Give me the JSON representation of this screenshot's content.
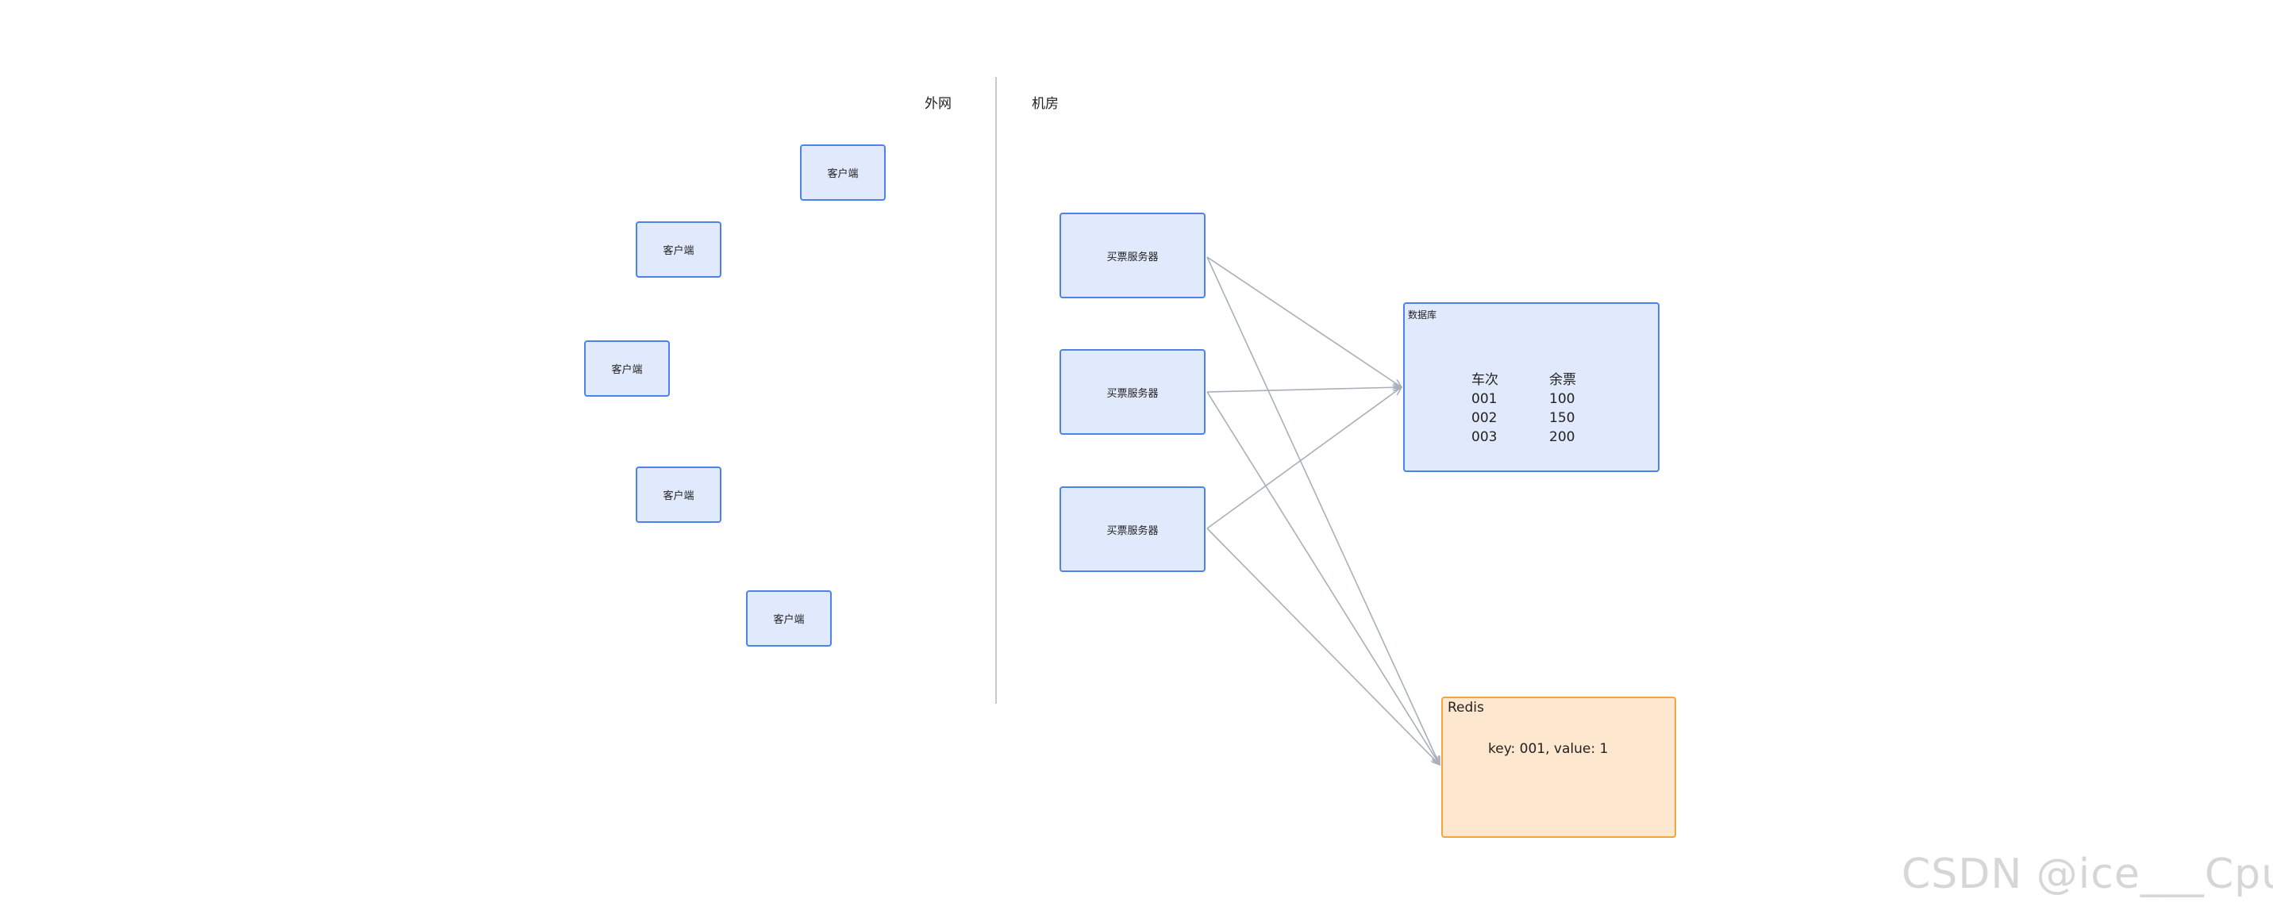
{
  "zones": {
    "external": "外网",
    "datacenter": "机房"
  },
  "clients": [
    {
      "label": "客户端"
    },
    {
      "label": "客户端"
    },
    {
      "label": "客户端"
    },
    {
      "label": "客户端"
    },
    {
      "label": "客户端"
    }
  ],
  "servers": [
    {
      "label": "买票服务器"
    },
    {
      "label": "买票服务器"
    },
    {
      "label": "买票服务器"
    }
  ],
  "database": {
    "title": "数据库",
    "columns": [
      "车次",
      "余票"
    ],
    "rows": [
      [
        "001",
        "100"
      ],
      [
        "002",
        "150"
      ],
      [
        "003",
        "200"
      ]
    ]
  },
  "redis": {
    "title": "Redis",
    "content": "key: 001, value: 1"
  },
  "edges": [
    {
      "from": "server-1",
      "to": "database"
    },
    {
      "from": "server-2",
      "to": "database"
    },
    {
      "from": "server-3",
      "to": "database"
    },
    {
      "from": "server-1",
      "to": "redis"
    },
    {
      "from": "server-2",
      "to": "redis"
    },
    {
      "from": "server-3",
      "to": "redis"
    }
  ],
  "colors": {
    "node_fill": "#e1eafc",
    "node_border": "#4d82e6",
    "redis_fill": "#fde7cf",
    "redis_border": "#f0a53e",
    "edge": "#a9afb8"
  },
  "watermark": "CSDN @ice___Cpu"
}
